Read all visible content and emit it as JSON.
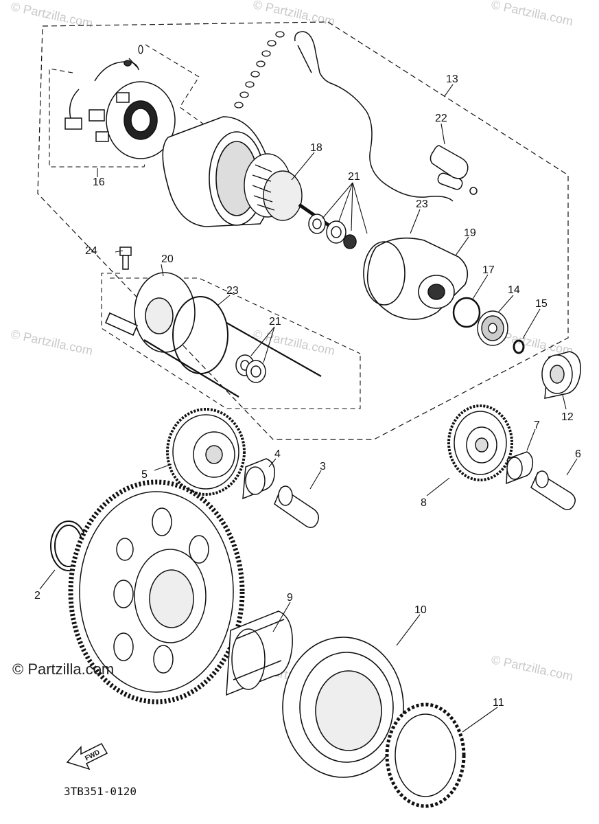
{
  "diagram": {
    "part_code": "3TB351-0120",
    "fwd_label": "FWD",
    "credit": "© Partzilla.com",
    "watermark": "© Partzilla.com"
  },
  "callouts": {
    "c2": "2",
    "c3": "3",
    "c4": "4",
    "c5": "5",
    "c6": "6",
    "c7": "7",
    "c8": "8",
    "c9": "9",
    "c10": "10",
    "c11": "11",
    "c12": "12",
    "c13": "13",
    "c14": "14",
    "c15": "15",
    "c16": "16",
    "c17": "17",
    "c18": "18",
    "c19": "19",
    "c20": "20",
    "c21a": "21",
    "c21b": "21",
    "c22": "22",
    "c23a": "23",
    "c23b": "23",
    "c24": "24"
  }
}
